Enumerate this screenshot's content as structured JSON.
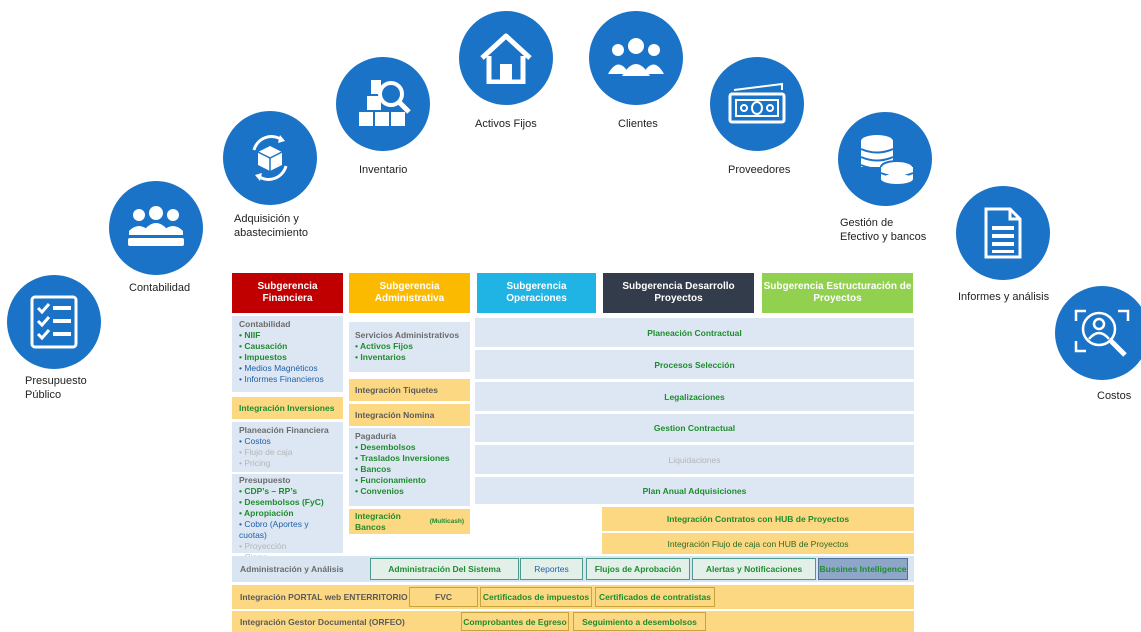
{
  "modules": [
    {
      "icon": "checklist-icon",
      "label_lines": [
        "Presupuesto",
        "Público"
      ]
    },
    {
      "icon": "team-icon",
      "label_lines": [
        "Contabilidad"
      ]
    },
    {
      "icon": "recycle-box-icon",
      "label_lines": [
        "Adquisición y",
        "abastecimiento"
      ]
    },
    {
      "icon": "inventory-search-icon",
      "label_lines": [
        "Inventario"
      ]
    },
    {
      "icon": "house-icon",
      "label_lines": [
        "Activos Fijos"
      ]
    },
    {
      "icon": "people-group-icon",
      "label_lines": [
        "Clientes"
      ]
    },
    {
      "icon": "money-bill-icon",
      "label_lines": [
        "Proveedores"
      ]
    },
    {
      "icon": "coins-icon",
      "label_lines": [
        "Gestión de",
        "Efectivo y bancos"
      ]
    },
    {
      "icon": "document-icon",
      "label_lines": [
        "Informes y análisis"
      ]
    },
    {
      "icon": "user-search-icon",
      "label_lines": [
        "Costos"
      ]
    }
  ],
  "headers": [
    {
      "lines": [
        "Subgerencia",
        "Financiera"
      ],
      "color": "#c00000"
    },
    {
      "lines": [
        "Subgerencia",
        "Administrativa"
      ],
      "color": "#fbba00"
    },
    {
      "lines": [
        "Subgerencia",
        "Operaciones"
      ],
      "color": "#1fb4e3"
    },
    {
      "lines": [
        "Subgerencia Desarrollo",
        "Proyectos"
      ],
      "color": "#323c4a"
    },
    {
      "lines": [
        "Subgerencia Estructuración de",
        "Proyectos"
      ],
      "color": "#92d050"
    }
  ],
  "financiera": {
    "contabilidad": {
      "title": "Contabilidad",
      "items": [
        "NIIF",
        "Causación",
        "Impuestos",
        "Medios Magnéticos",
        "Informes Financieros"
      ]
    },
    "integracion_inversiones": "Integración Inversiones",
    "planeacion": {
      "title": "Planeación Financiera",
      "items": [
        "Costos",
        "Flujo de caja",
        "Pricing"
      ]
    },
    "presupuesto": {
      "title": "Presupuesto",
      "items": [
        "CDP’s – RP’s",
        "Desembolsos (FyC)",
        "Apropiación",
        "Cobro (Aportes y cuotas)",
        "Proyección",
        "Cierre"
      ]
    }
  },
  "administrativa": {
    "servicios": {
      "title": "Servicios Administrativos",
      "items": [
        "Activos Fijos",
        "Inventarios"
      ]
    },
    "integracion_tiquetes": "Integración Tiquetes",
    "integracion_nomina": "Integración Nomina",
    "pagaduria": {
      "title": "Pagaduría",
      "items": [
        "Desembolsos",
        "Traslados Inversiones",
        "Bancos",
        "Funcionamiento",
        "Convenios"
      ]
    },
    "integracion_bancos": "Integración Bancos",
    "integracion_bancos_note": "(Multicash)"
  },
  "contract_bars": [
    "Planeación Contractual",
    "Procesos Selección",
    "Legalizaciones",
    "Gestion Contractual",
    "Liquidaciones",
    "Plan Anual Adquisiciones"
  ],
  "integracion_contratos": "Integración Contratos con HUB de Proyectos",
  "integracion_flujo": "Integración Flujo de caja con HUB de Proyectos",
  "admin_row": {
    "label": "Administración y Análisis",
    "items": [
      "Administración Del Sistema",
      "Reportes",
      "Flujos de Aprobación",
      "Alertas y Notificaciones",
      "Bussines Intelligence"
    ]
  },
  "portal_row": {
    "label": "Integración PORTAL web ENTERRITORIO",
    "items": [
      "FVC",
      "Certificados de impuestos",
      "Certificados de contratistas"
    ]
  },
  "orfeo_row": {
    "label": "Integración Gestor Documental (ORFEO)",
    "items": [
      "Comprobantes de Egreso",
      "Seguimiento a desembolsos"
    ]
  }
}
